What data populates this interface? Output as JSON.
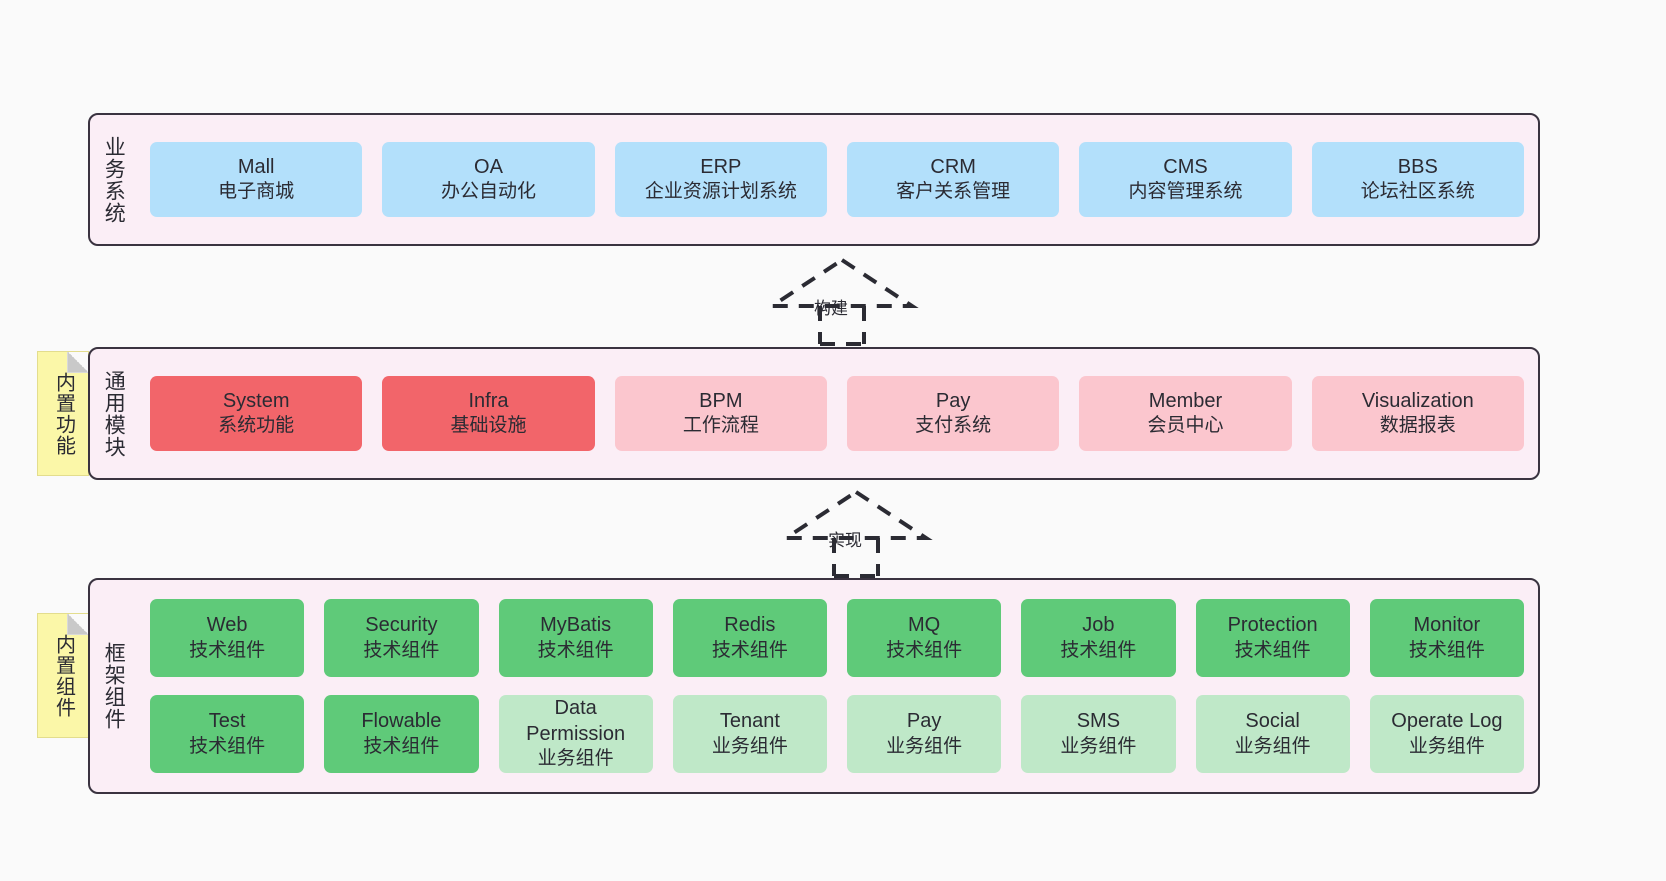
{
  "diagram": {
    "background_color": "#fafafa",
    "layer_fill": "#fbeef6",
    "layer_border": "#3a3340",
    "note_fill": "#fbf7a8"
  },
  "layers": [
    {
      "id": "business",
      "label": "业务系统",
      "rows": [
        {
          "cards": [
            {
              "title": "Mall",
              "subtitle": "电子商城",
              "color": "#b3e0fb",
              "style": "c-blue"
            },
            {
              "title": "OA",
              "subtitle": "办公自动化",
              "color": "#b3e0fb",
              "style": "c-blue"
            },
            {
              "title": "ERP",
              "subtitle": "企业资源计划系统",
              "color": "#b3e0fb",
              "style": "c-blue"
            },
            {
              "title": "CRM",
              "subtitle": "客户关系管理",
              "color": "#b3e0fb",
              "style": "c-blue"
            },
            {
              "title": "CMS",
              "subtitle": "内容管理系统",
              "color": "#b3e0fb",
              "style": "c-blue"
            },
            {
              "title": "BBS",
              "subtitle": "论坛社区系统",
              "color": "#b3e0fb",
              "style": "c-blue"
            }
          ]
        }
      ]
    },
    {
      "id": "common",
      "label": "通用模块",
      "note": "内置功能",
      "rows": [
        {
          "cards": [
            {
              "title": "System",
              "subtitle": "系统功能",
              "color": "#f2656a",
              "style": "c-red"
            },
            {
              "title": "Infra",
              "subtitle": "基础设施",
              "color": "#f2656a",
              "style": "c-red"
            },
            {
              "title": "BPM",
              "subtitle": "工作流程",
              "color": "#fbc6ce",
              "style": "c-pink"
            },
            {
              "title": "Pay",
              "subtitle": "支付系统",
              "color": "#fbc6ce",
              "style": "c-pink"
            },
            {
              "title": "Member",
              "subtitle": "会员中心",
              "color": "#fbc6ce",
              "style": "c-pink"
            },
            {
              "title": "Visualization",
              "subtitle": "数据报表",
              "color": "#fbc6ce",
              "style": "c-pink"
            }
          ]
        }
      ]
    },
    {
      "id": "framework",
      "label": "框架组件",
      "note": "内置组件",
      "rows": [
        {
          "cards": [
            {
              "title": "Web",
              "subtitle": "技术组件",
              "color": "#5fca79",
              "style": "c-green"
            },
            {
              "title": "Security",
              "subtitle": "技术组件",
              "color": "#5fca79",
              "style": "c-green"
            },
            {
              "title": "MyBatis",
              "subtitle": "技术组件",
              "color": "#5fca79",
              "style": "c-green"
            },
            {
              "title": "Redis",
              "subtitle": "技术组件",
              "color": "#5fca79",
              "style": "c-green"
            },
            {
              "title": "MQ",
              "subtitle": "技术组件",
              "color": "#5fca79",
              "style": "c-green"
            },
            {
              "title": "Job",
              "subtitle": "技术组件",
              "color": "#5fca79",
              "style": "c-green"
            },
            {
              "title": "Protection",
              "subtitle": "技术组件",
              "color": "#5fca79",
              "style": "c-green"
            },
            {
              "title": "Monitor",
              "subtitle": "技术组件",
              "color": "#5fca79",
              "style": "c-green"
            }
          ]
        },
        {
          "cards": [
            {
              "title": "Test",
              "subtitle": "技术组件",
              "color": "#5fca79",
              "style": "c-green"
            },
            {
              "title": "Flowable",
              "subtitle": "技术组件",
              "color": "#5fca79",
              "style": "c-green"
            },
            {
              "title": "Data Permission",
              "subtitle": "业务组件",
              "color": "#bfe8c8",
              "style": "c-lightgreen"
            },
            {
              "title": "Tenant",
              "subtitle": "业务组件",
              "color": "#bfe8c8",
              "style": "c-lightgreen"
            },
            {
              "title": "Pay",
              "subtitle": "业务组件",
              "color": "#bfe8c8",
              "style": "c-lightgreen"
            },
            {
              "title": "SMS",
              "subtitle": "业务组件",
              "color": "#bfe8c8",
              "style": "c-lightgreen"
            },
            {
              "title": "Social",
              "subtitle": "业务组件",
              "color": "#bfe8c8",
              "style": "c-lightgreen"
            },
            {
              "title": "Operate Log",
              "subtitle": "业务组件",
              "color": "#bfe8c8",
              "style": "c-lightgreen"
            }
          ]
        }
      ]
    }
  ],
  "connectors": [
    {
      "id": "build",
      "label": "构建",
      "style": "dashed-generalization",
      "from": "common",
      "to": "business"
    },
    {
      "id": "impl",
      "label": "实现",
      "style": "dashed-generalization",
      "from": "framework",
      "to": "common"
    }
  ]
}
